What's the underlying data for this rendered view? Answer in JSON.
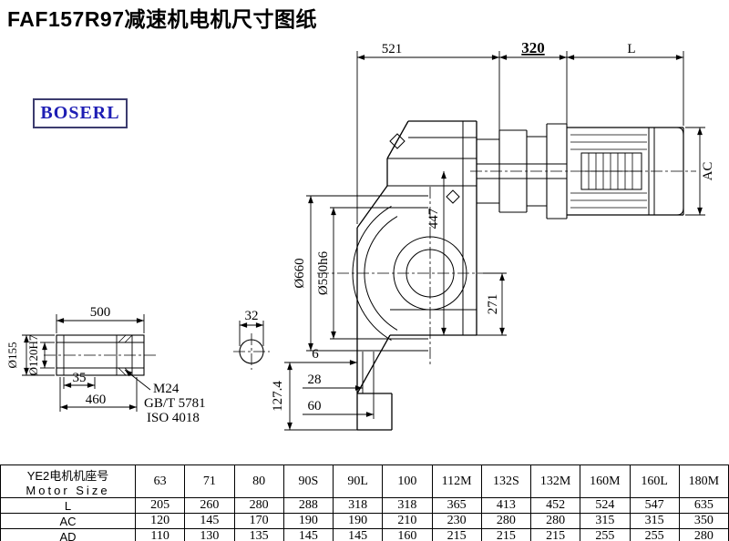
{
  "page": {
    "title": "FAF157R97减速机电机尺寸图纸",
    "logo": "BOSERL"
  },
  "dims": {
    "d521": "521",
    "d320": "320",
    "dL": "L",
    "dAC": "AC",
    "d660": "Ø660",
    "d550": "Ø550h6",
    "d447": "447",
    "d271": "271",
    "d500": "500",
    "d155": "Ø155",
    "d120": "Ø120H7",
    "d35": "35",
    "d460": "460",
    "m24": "M24",
    "gbt": "GB/T 5781",
    "iso": "ISO 4018",
    "d32": "32",
    "d6": "6",
    "d28": "28",
    "d60": "60",
    "d127": "127.4"
  },
  "table": {
    "header": {
      "label_cn": "YE2电机机座号",
      "label_en": "Motor Size",
      "sizes": [
        "63",
        "71",
        "80",
        "90S",
        "90L",
        "100",
        "112M",
        "132S",
        "132M",
        "160M",
        "160L",
        "180M"
      ]
    },
    "rows": [
      {
        "label": "L",
        "values": [
          "205",
          "260",
          "280",
          "288",
          "318",
          "318",
          "365",
          "413",
          "452",
          "524",
          "547",
          "635"
        ]
      },
      {
        "label": "AC",
        "values": [
          "120",
          "145",
          "170",
          "190",
          "190",
          "210",
          "230",
          "280",
          "280",
          "315",
          "315",
          "350"
        ]
      },
      {
        "label": "AD",
        "values": [
          "110",
          "130",
          "135",
          "145",
          "145",
          "160",
          "215",
          "215",
          "215",
          "255",
          "255",
          "280"
        ]
      }
    ]
  }
}
